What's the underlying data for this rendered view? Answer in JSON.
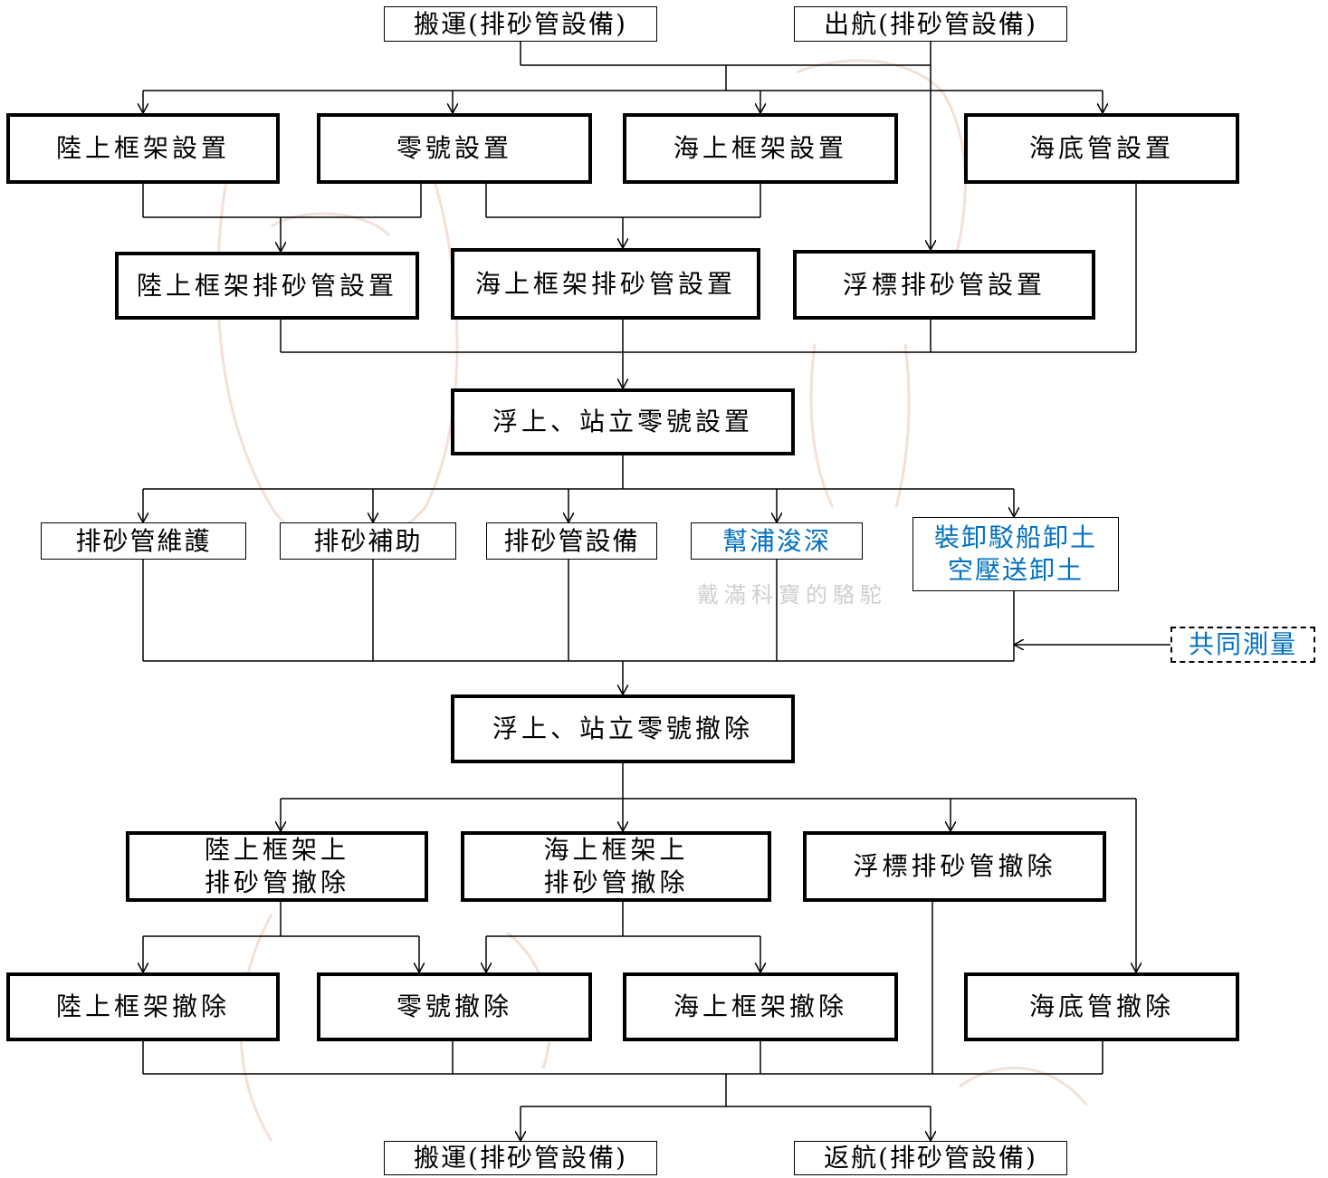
{
  "nodes": {
    "transport_in": "搬運(排砂管設備)",
    "sail_out": "出航(排砂管設備)",
    "land_frame_setup": "陸上框架設置",
    "zero_setup": "零號設置",
    "sea_frame_setup": "海上框架設置",
    "seabed_pipe_setup": "海底管設置",
    "land_frame_pipe_setup": "陸上框架排砂管設置",
    "sea_frame_pipe_setup": "海上框架排砂管設置",
    "buoy_pipe_setup": "浮標排砂管設置",
    "float_zero_setup": "浮上、站立零號設置",
    "pipe_maintenance": "排砂管維護",
    "discharge_assist": "排砂補助",
    "pipe_equipment": "排砂管設備",
    "pump_dredging": "幫浦浚深",
    "barge_unload_line1": "裝卸駁船卸土",
    "barge_unload_line2": "空壓送卸土",
    "joint_survey": "共同測量",
    "float_zero_removal": "浮上、站立零號撤除",
    "land_frame_pipe_removal_line1": "陸上框架上",
    "land_frame_pipe_removal_line2": "排砂管撤除",
    "sea_frame_pipe_removal_line1": "海上框架上",
    "sea_frame_pipe_removal_line2": "排砂管撤除",
    "buoy_pipe_removal": "浮標排砂管撤除",
    "land_frame_removal": "陸上框架撤除",
    "zero_removal": "零號撤除",
    "sea_frame_removal": "海上框架撤除",
    "seabed_pipe_removal": "海底管撤除",
    "transport_out": "搬運(排砂管設備)",
    "sail_return": "返航(排砂管設備)"
  },
  "watermark": "戴滿科寶的駱駝",
  "colors": {
    "line": "#000000",
    "blue_text": "#0070c0"
  }
}
